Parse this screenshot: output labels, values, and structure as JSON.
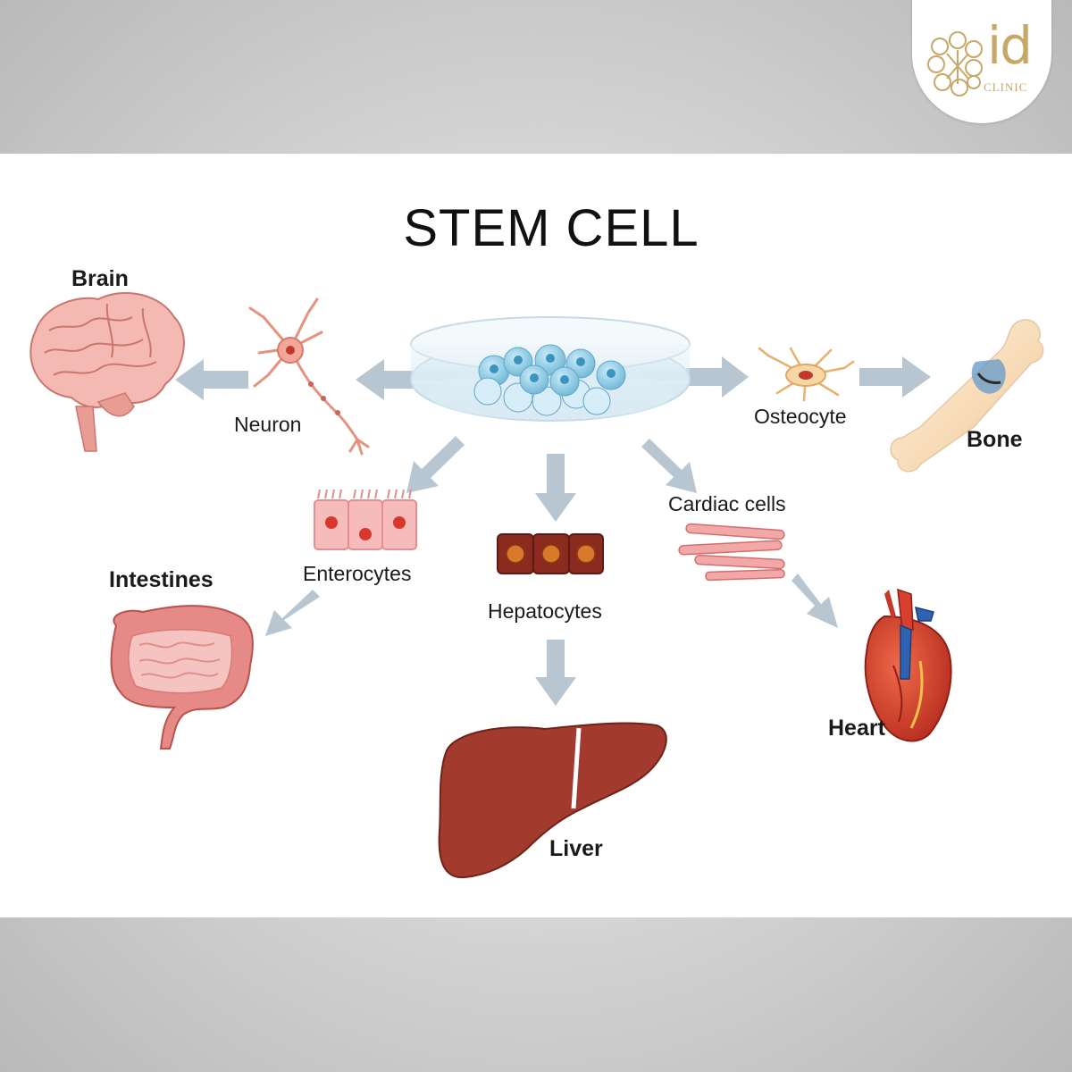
{
  "logo": {
    "mark": "id",
    "sub": "CLINIC",
    "color": "#c8a866"
  },
  "title": "STEM CELL",
  "cells": {
    "neuron": "Neuron",
    "osteocyte": "Osteocyte",
    "enterocytes": "Enterocytes",
    "hepatocytes": "Hepatocytes",
    "cardiac": "Cardiac cells"
  },
  "organs": {
    "brain": "Brain",
    "bone": "Bone",
    "intestines": "Intestines",
    "liver": "Liver",
    "heart": "Heart"
  },
  "colors": {
    "arrow": "#b8c6d1",
    "brain": "#f2b8b1",
    "liver": "#a23a2e",
    "heart": "#d8402e",
    "cell": "#7fc4e0"
  }
}
